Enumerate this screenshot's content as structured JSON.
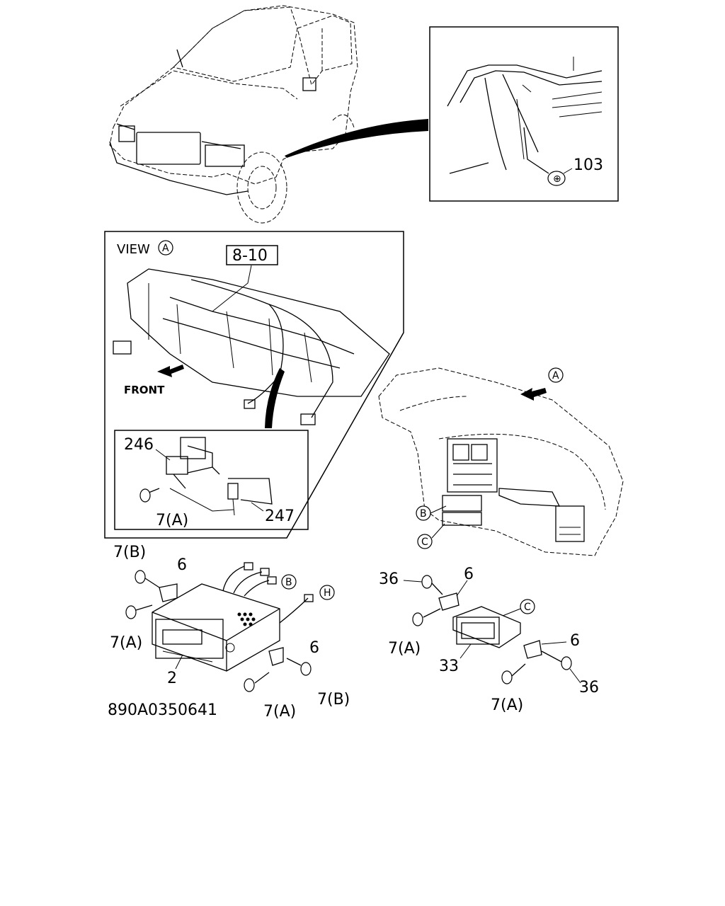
{
  "diagram_id": "890A0350641",
  "view_label": "VIEW",
  "view_ref": "A",
  "front_label": "FRONT",
  "ref_box": "8-10",
  "callouts": {
    "c103": "103",
    "c246": "246",
    "c247": "247",
    "c7a_inset": "7(A)",
    "c7b_top": "7(B)",
    "c6_left_top": "6",
    "c7a_left": "7(A)",
    "c2": "2",
    "c6_left_bottom": "6",
    "c7b_bottom": "7(B)",
    "c7a_bottom": "7(A)",
    "c36_top": "36",
    "c6_right_top": "6",
    "c7a_right": "7(A)",
    "c33": "33",
    "c6_right_bottom": "6",
    "c36_bottom": "36",
    "c7a_right_bottom": "7(A)"
  },
  "circled_refs": {
    "a_dash": "A",
    "b_dash": "B",
    "c_dash": "C",
    "b_radio": "B",
    "h_radio": "H",
    "c_pocket": "C"
  }
}
